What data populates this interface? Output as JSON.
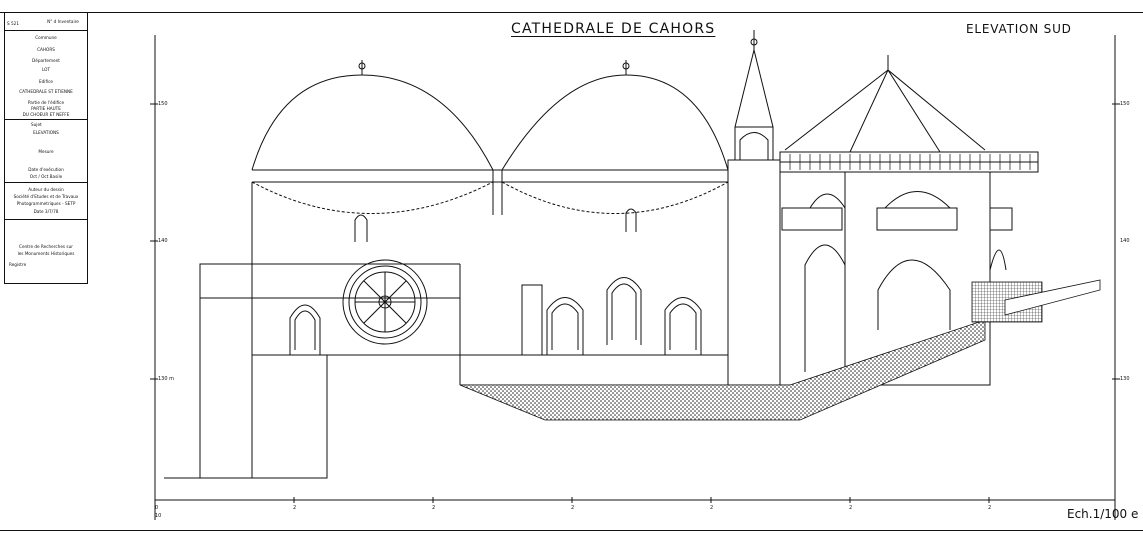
{
  "drawing": {
    "title": "CATHEDRALE DE CAHORS",
    "view": "ELEVATION SUD",
    "scale": "Ech.1/100 e"
  },
  "cartouche": {
    "ref": "S 521",
    "inventory_label": "N° d Inventaire",
    "commune_label": "Commune",
    "commune": "CAHORS",
    "departement_label": "Département",
    "departement": "LOT",
    "edifice_label": "Edifice",
    "edifice": "CATHEDRALE ST ETIENNE",
    "partie_label": "Partie de l'édifice",
    "partie_1": "PARTIE HAUTE",
    "partie_2": "DU CHOEUR ET NEFFE",
    "sujet_label": "Sujet",
    "sujet": "ELEVATIONS",
    "mesure_label": "Mesure",
    "date_label": "Date d'exécution",
    "date_value": "Oct / Oct Basile",
    "auteur_label": "Auteur du dessin",
    "auteur_1": "Société d'Etudes et de Travaux",
    "auteur_2": "Photogrammetriques - SETP",
    "auteur_date": "Date 3/7/78",
    "centre_1": "Centre de Recherches sur",
    "centre_2": "les Monuments Historiques",
    "registre": "Registre"
  },
  "axis": {
    "left_levels": [
      "150",
      "140",
      "130 m"
    ],
    "right_levels": [
      "150",
      "140",
      "130"
    ],
    "bottom_ticks": [
      "0",
      "10",
      "2",
      "2",
      "2",
      "2",
      "2",
      "2"
    ]
  }
}
